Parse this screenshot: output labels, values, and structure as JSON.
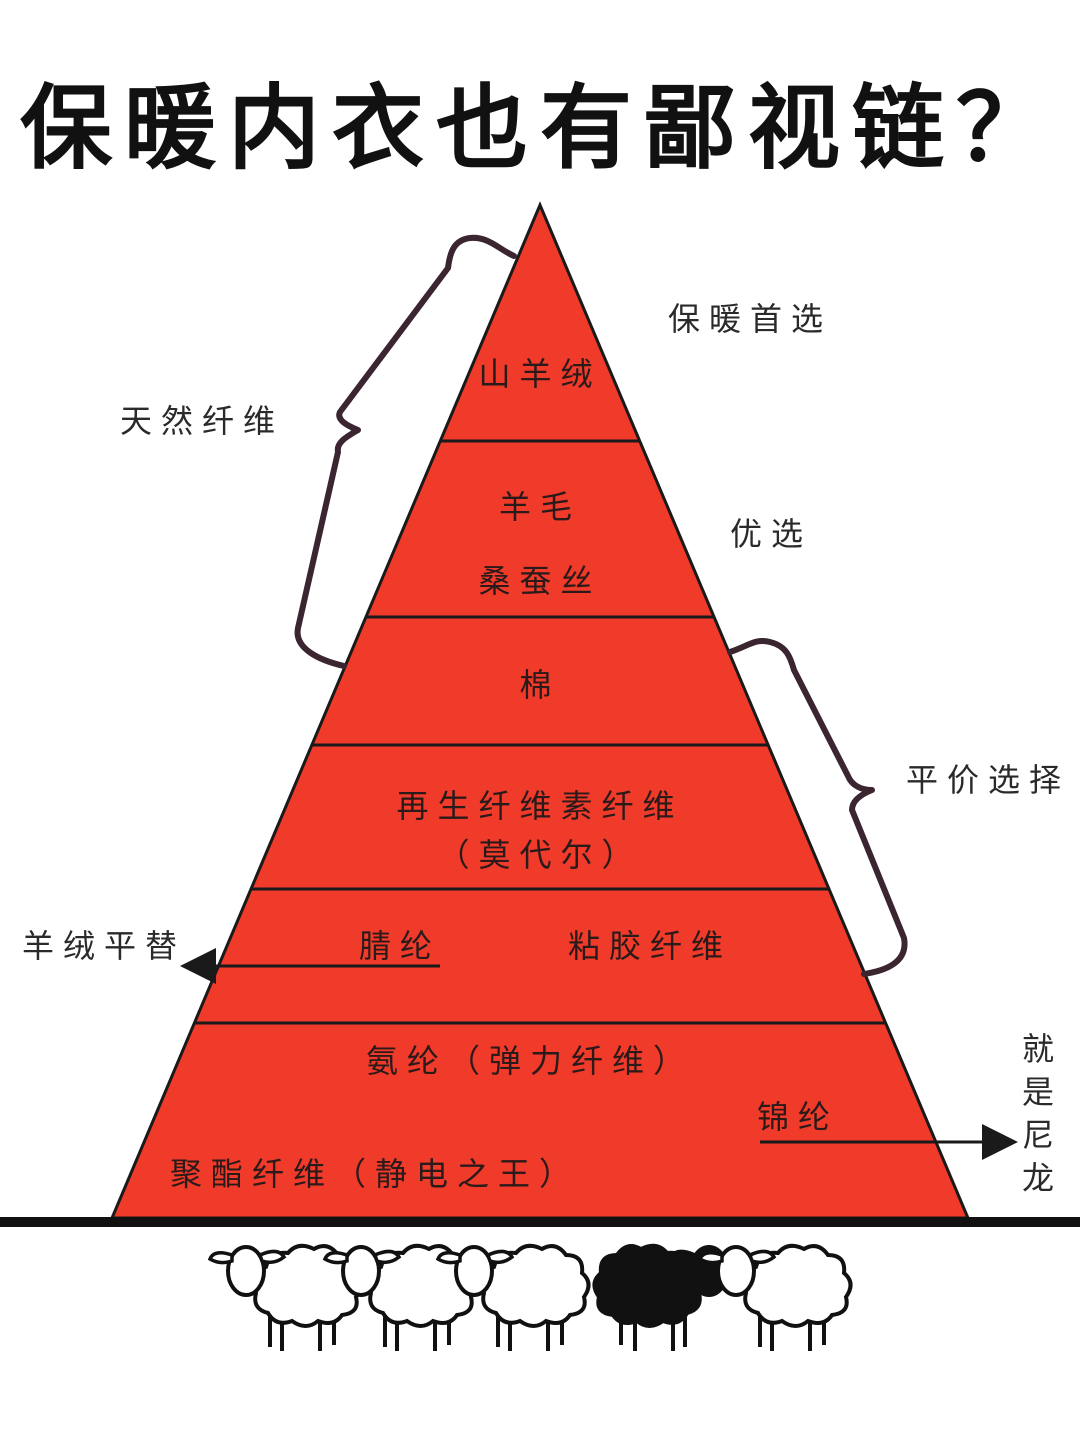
{
  "title": "保暖内衣也有鄙视链？",
  "colors": {
    "pyramid_fill": "#f03a2a",
    "outline": "#1a1a1a",
    "brace": "#3a2530"
  },
  "tiers": [
    {
      "lines": [
        "山羊绒"
      ]
    },
    {
      "lines": [
        "羊毛",
        "桑蚕丝"
      ]
    },
    {
      "lines": [
        "棉"
      ]
    },
    {
      "lines": [
        "再生纤维素纤维",
        "（莫代尔）"
      ]
    },
    {
      "items": [
        "腈纶",
        "粘胶纤维"
      ]
    },
    {
      "items": [
        "氨纶（弹力纤维）",
        "锦纶",
        "聚酯纤维（静电之王）"
      ]
    }
  ],
  "side_labels": {
    "natural_fiber": "天然纤维",
    "warmth_first": "保暖首选",
    "preferred": "优选",
    "affordable": "平价选择",
    "cashmere_alt": "羊绒平替",
    "is_nylon": [
      "就",
      "是",
      "尼",
      "龙"
    ]
  },
  "sheep": [
    {
      "icon": "white-sheep-icon"
    },
    {
      "icon": "white-sheep-icon"
    },
    {
      "icon": "white-sheep-icon"
    },
    {
      "icon": "black-sheep-icon"
    },
    {
      "icon": "white-sheep-icon"
    }
  ]
}
